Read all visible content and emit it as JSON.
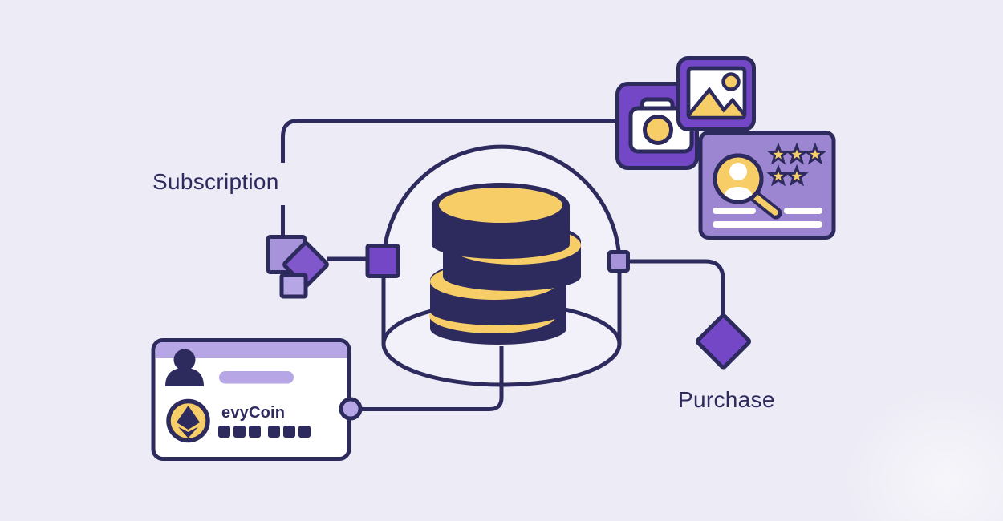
{
  "palette": {
    "background": "#edebf5",
    "outline_ink": "#2d2a5e",
    "gold": "#f7cd67",
    "purple_strong": "#7347c5",
    "purple_mid": "#8158cb",
    "purple_review_card": "#9d86d1",
    "purple_lighter": "#a693da",
    "purple_faint": "#b7a6e6",
    "dome_fill": "#f2f0f9",
    "white": "#ffffff"
  },
  "labels": {
    "subscription": "Subscription",
    "purchase": "Purchase"
  },
  "wallet_card": {
    "brand": "evyCoin",
    "number_blocks_groups": [
      3,
      3
    ],
    "icons": [
      "user-icon",
      "ethereum-coin-icon"
    ],
    "name_placeholder": ""
  },
  "data_stack": {
    "icon": "coin-stack-icon",
    "coins": 4,
    "enclosure": "dome"
  },
  "media_cards": {
    "icons": [
      "camera-icon",
      "picture-icon"
    ]
  },
  "review_card": {
    "icon": "profile-search-icon",
    "star_rows": [
      3,
      2
    ],
    "text_placeholder_lines": 3
  }
}
